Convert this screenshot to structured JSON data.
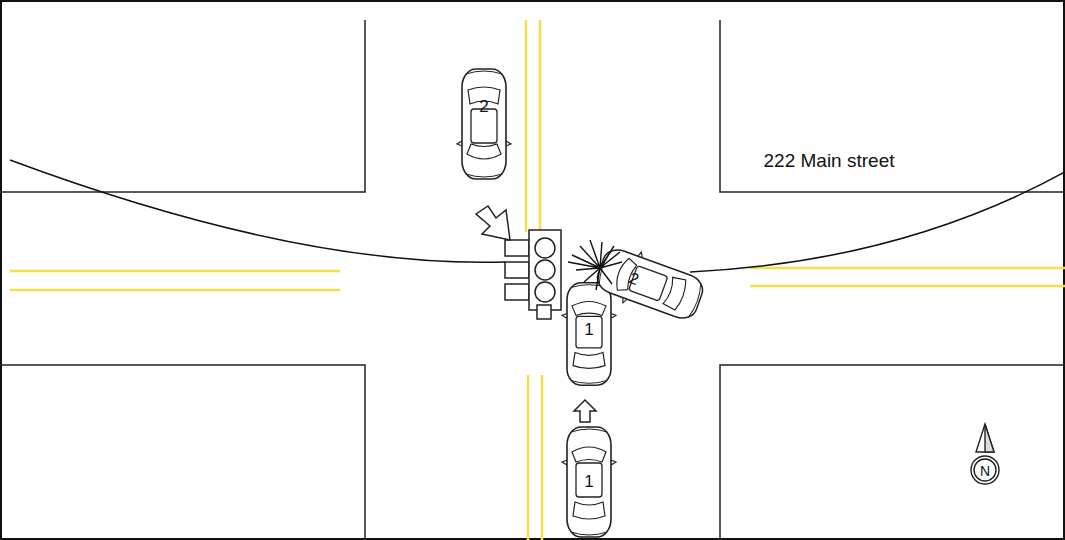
{
  "diagram": {
    "labels": [
      "2",
      "222 Main street",
      "2",
      "1",
      "1",
      "N"
    ]
  }
}
